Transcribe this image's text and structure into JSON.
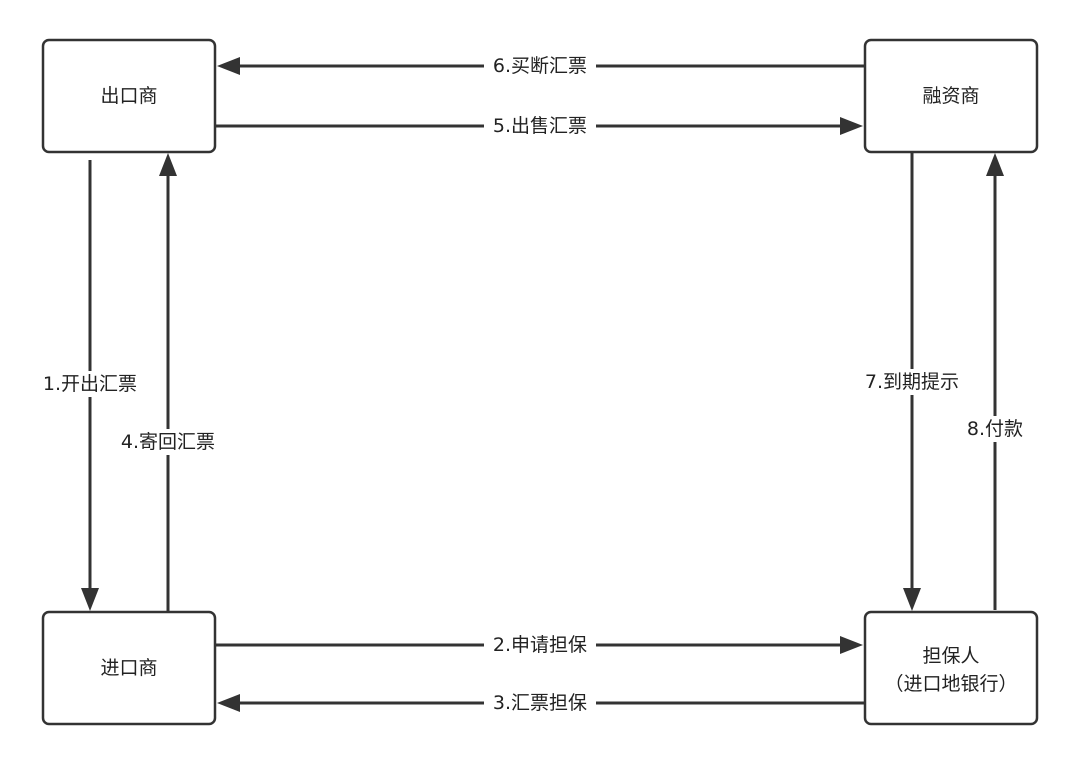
{
  "nodes": {
    "exporter": "出口商",
    "financier": "融资商",
    "importer": "进口商",
    "guarantor_line1": "担保人",
    "guarantor_line2": "（进口地银行）"
  },
  "edges": {
    "e1": "1.开出汇票",
    "e2": "2.申请担保",
    "e3": "3.汇票担保",
    "e4": "4.寄回汇票",
    "e5": "5.出售汇票",
    "e6": "6.买断汇票",
    "e7": "7.到期提示",
    "e8": "8.付款"
  }
}
